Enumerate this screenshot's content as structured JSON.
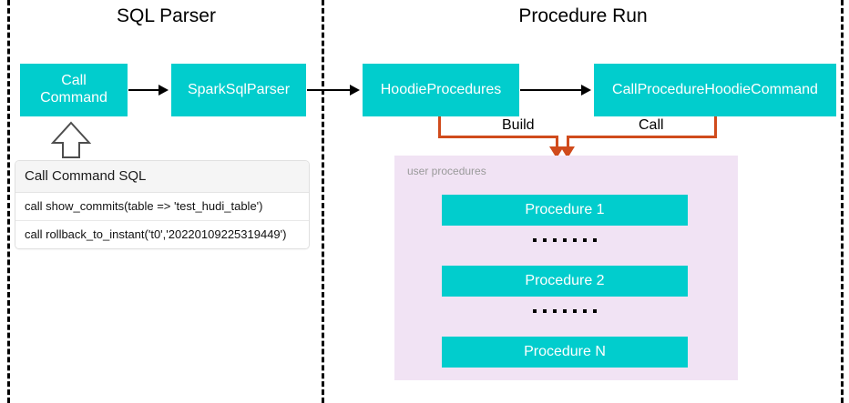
{
  "sections": {
    "left": {
      "title": "SQL Parser"
    },
    "right": {
      "title": "Procedure Run"
    }
  },
  "nodes": {
    "call_command": "Call\nCommand",
    "call_command_line1": "Call",
    "call_command_line2": "Command",
    "spark_sql_parser": "SparkSqlParser",
    "hoodie_procedures": "HoodieProcedures",
    "call_procedure_hoodie_command": "CallProcedureHoodieCommand"
  },
  "connectors": {
    "build_label": "Build",
    "call_label": "Call"
  },
  "sql_table": {
    "header": "Call Command SQL",
    "rows": [
      "call show_commits(table => 'test_hudi_table')",
      "call rollback_to_instant('t0','20220109225319449')"
    ]
  },
  "procedures_panel": {
    "title": "user procedures",
    "items": [
      "Procedure 1",
      "Procedure 2",
      "Procedure N"
    ],
    "ellipsis_dot_count": 7
  },
  "colors": {
    "teal": "#01cdcd",
    "orange": "#d04b1c",
    "panel_bg": "#f1e3f4",
    "divider": "#000000",
    "table_header_bg": "#f5f5f5"
  }
}
